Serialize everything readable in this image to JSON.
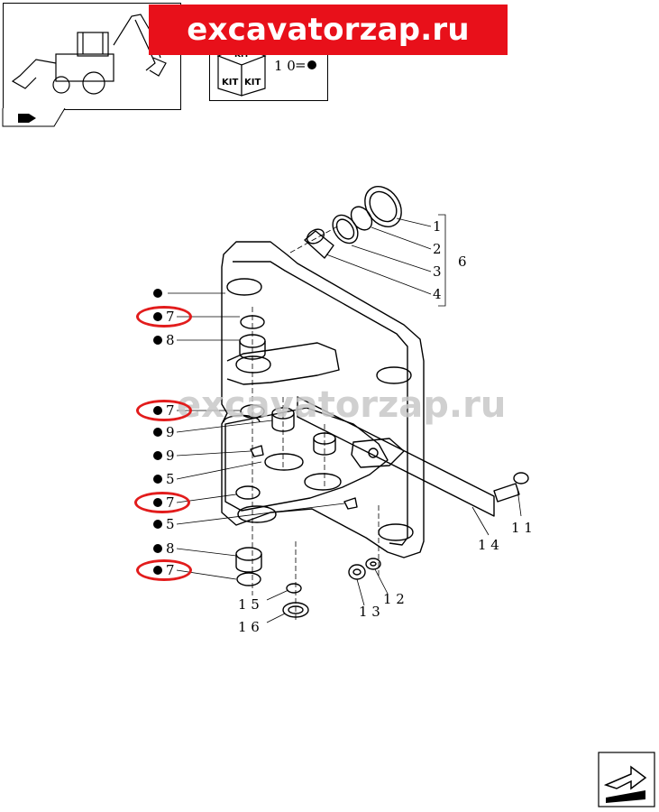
{
  "watermark": {
    "banner": "excavatorzap.ru",
    "center": "excavatorzap.ru"
  },
  "kit_box": {
    "kit_text": "KIT",
    "ref_number": "1 0",
    "ref_symbol": "="
  },
  "callouts": [
    {
      "id": "c1",
      "text": "1"
    },
    {
      "id": "c2",
      "text": "2"
    },
    {
      "id": "c3",
      "text": "3"
    },
    {
      "id": "c4",
      "text": "4"
    },
    {
      "id": "c6",
      "text": "6"
    },
    {
      "id": "c7a",
      "text": "7"
    },
    {
      "id": "c8a",
      "text": "8"
    },
    {
      "id": "c7b",
      "text": "7"
    },
    {
      "id": "c9a",
      "text": "9"
    },
    {
      "id": "c9b",
      "text": "9"
    },
    {
      "id": "c5a",
      "text": "5"
    },
    {
      "id": "c7c",
      "text": "7"
    },
    {
      "id": "c5b",
      "text": "5"
    },
    {
      "id": "c8b",
      "text": "8"
    },
    {
      "id": "c7d",
      "text": "7"
    },
    {
      "id": "c15",
      "text": "1 5"
    },
    {
      "id": "c16",
      "text": "1 6"
    },
    {
      "id": "c13",
      "text": "1 3"
    },
    {
      "id": "c12",
      "text": "1 2"
    },
    {
      "id": "c14",
      "text": "1 4"
    },
    {
      "id": "c11",
      "text": "1 1"
    }
  ],
  "colors": {
    "highlight": "#e21c1c",
    "banner": "#e8101a",
    "line": "#000000"
  }
}
